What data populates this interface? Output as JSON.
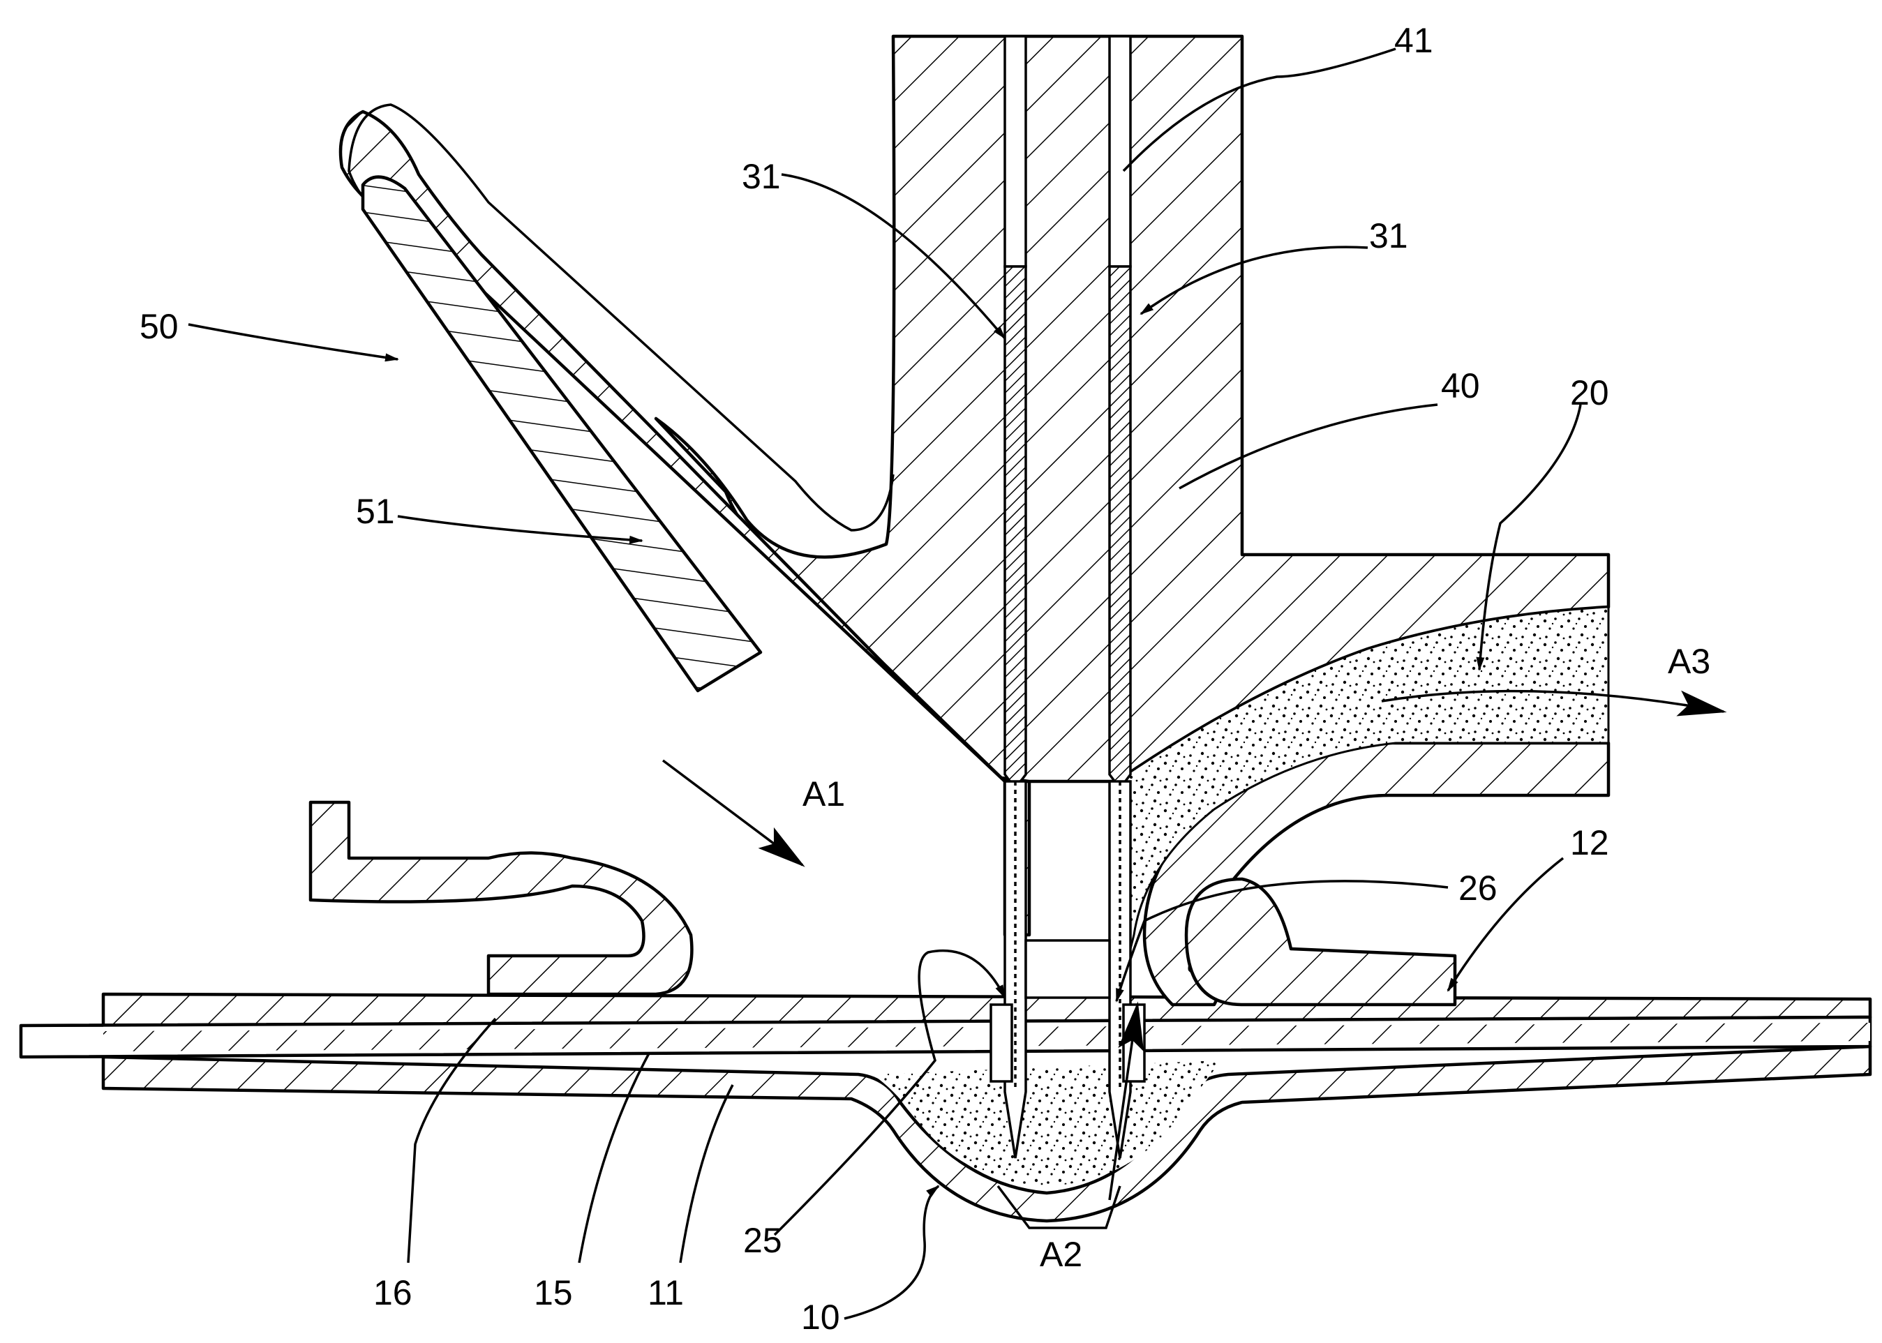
{
  "figure": {
    "labels": {
      "l41": "41",
      "l31a": "31",
      "l31b": "31",
      "l50": "50",
      "l51": "51",
      "l40": "40",
      "l20": "20",
      "lA3": "A3",
      "lA1": "A1",
      "l12": "12",
      "l26": "26",
      "l16": "16",
      "l15": "15",
      "l11": "11",
      "l25": "25",
      "lA2": "A2",
      "l10": "10"
    }
  }
}
